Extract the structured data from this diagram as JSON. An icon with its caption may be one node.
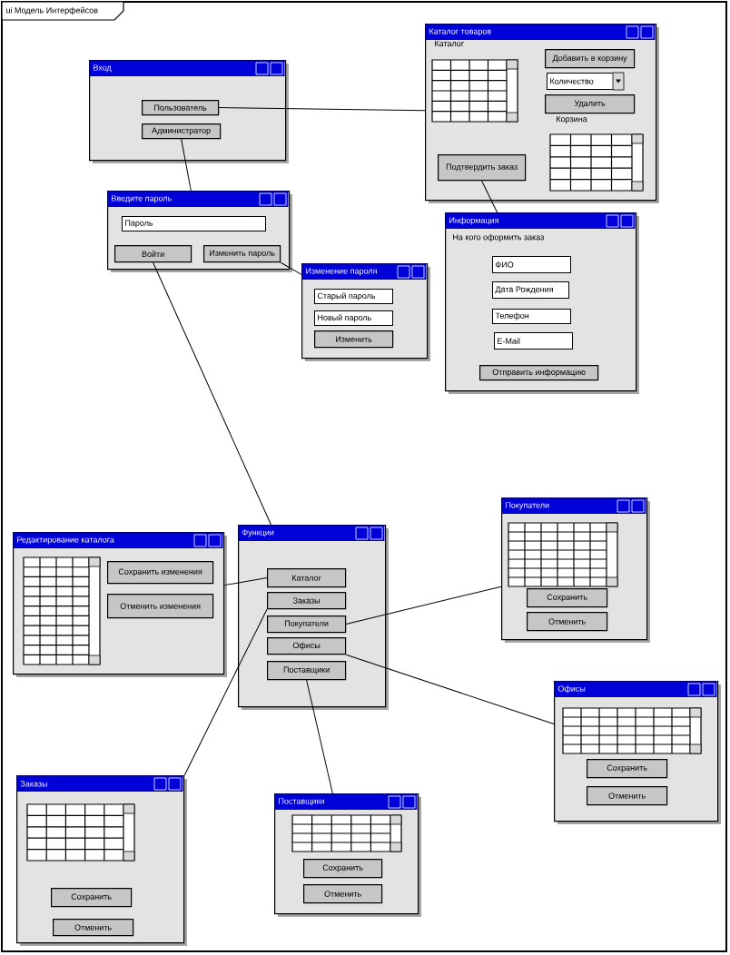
{
  "diagram": {
    "title": "ui Модель Интерфейсов",
    "nodes": [
      {
        "text": [
          "Вход"
        ]
      },
      {
        "text": [
          "Пользователь"
        ],
        "in": 0
      },
      {
        "text": [
          "Администратор"
        ],
        "in": 0
      },
      {
        "text": [
          "Введите пароль"
        ]
      },
      {
        "text": [
          "Пароль"
        ],
        "in": 3
      },
      {
        "text": [
          "Войти"
        ],
        "in": 3
      },
      {
        "text": [
          "Изменить пароль"
        ],
        "in": 3
      },
      {
        "text": [
          "Каталог товаров",
          "Каталог",
          "Корзина"
        ]
      },
      {
        "text": [
          "Добавить в корзину"
        ],
        "in": 7
      },
      {
        "text": [
          "Количество"
        ],
        "in": 7
      },
      {
        "text": [
          "Удалить"
        ],
        "in": 7
      },
      {
        "text": [
          "Подтвердить заказ"
        ],
        "in": 7
      },
      {
        "text": [
          "Изменение пароля"
        ]
      },
      {
        "text": [
          "Старый пароль"
        ],
        "in": 12
      },
      {
        "text": [
          "Новый пароль"
        ],
        "in": 12
      },
      {
        "text": [
          "Изменить"
        ],
        "in": 12
      },
      {
        "text": [
          "Информация",
          "На кого оформить заказ"
        ]
      },
      {
        "text": [
          "ФИО"
        ],
        "in": 16
      },
      {
        "text": [
          "Дата Рождения"
        ],
        "in": 16
      },
      {
        "text": [
          "Телефон"
        ],
        "in": 16
      },
      {
        "text": [
          "E-Mail"
        ],
        "in": 16
      },
      {
        "text": [
          "Отправить информацию"
        ],
        "in": 16
      },
      {
        "text": [
          "Редактирование каталога"
        ]
      },
      {
        "text": [
          "Сохранить изменения"
        ],
        "in": 22
      },
      {
        "text": [
          "Отменить изменения"
        ],
        "in": 22
      },
      {
        "text": [
          "Функции"
        ]
      },
      {
        "text": [
          "Каталог"
        ],
        "in": 25
      },
      {
        "text": [
          "Заказы"
        ],
        "in": 25
      },
      {
        "text": [
          "Покупатели"
        ],
        "in": 25
      },
      {
        "text": [
          "Офисы"
        ],
        "in": 25
      },
      {
        "text": [
          "Поставщики"
        ],
        "in": 25
      },
      {
        "text": [
          "Покупатели"
        ]
      },
      {
        "text": [
          "Сохранить"
        ],
        "in": 31
      },
      {
        "text": [
          "Отменить"
        ],
        "in": 31
      },
      {
        "text": [
          "Офисы"
        ]
      },
      {
        "text": [
          "Сохранить"
        ],
        "in": 34
      },
      {
        "text": [
          "Отменить"
        ],
        "in": 34
      },
      {
        "text": [
          "Заказы"
        ]
      },
      {
        "text": [
          "Сохранить"
        ],
        "in": 37
      },
      {
        "text": [
          "Отменить"
        ],
        "in": 37
      },
      {
        "text": [
          "Поставщики"
        ]
      },
      {
        "text": [
          "Сохранить"
        ],
        "in": 40
      },
      {
        "text": [
          "Отменить"
        ],
        "in": 40
      }
    ],
    "edges": [
      {
        "from": 1,
        "to": 7,
        "arrow": "none"
      },
      {
        "from": 2,
        "to": 3,
        "arrow": "none"
      },
      {
        "from": 6,
        "to": 12,
        "arrow": "none"
      },
      {
        "from": 5,
        "to": 25,
        "arrow": "none"
      },
      {
        "from": 11,
        "to": 16,
        "arrow": "none"
      },
      {
        "from": 26,
        "to": 22,
        "arrow": "none"
      },
      {
        "from": 27,
        "to": 37,
        "arrow": "none"
      },
      {
        "from": 28,
        "to": 31,
        "arrow": "none"
      },
      {
        "from": 29,
        "to": 34,
        "arrow": "none"
      },
      {
        "from": 30,
        "to": 40,
        "arrow": "none"
      }
    ]
  }
}
